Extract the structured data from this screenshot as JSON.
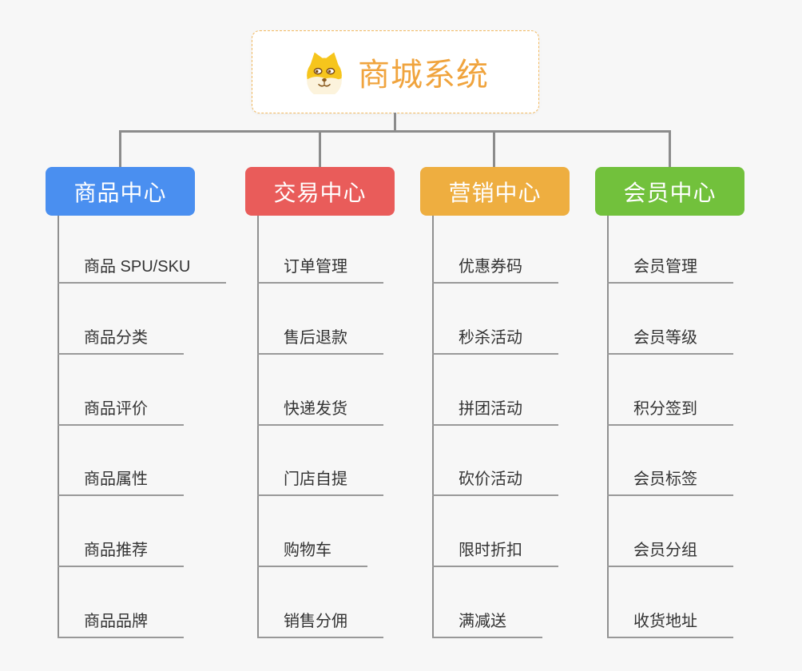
{
  "root": {
    "title": "商城系统",
    "icon": "shiba-dog-icon"
  },
  "branches": [
    {
      "label": "商品中心",
      "color": "#4a8ff0",
      "children": [
        "商品 SPU/SKU",
        "商品分类",
        "商品评价",
        "商品属性",
        "商品推荐",
        "商品品牌"
      ]
    },
    {
      "label": "交易中心",
      "color": "#e95c5a",
      "children": [
        "订单管理",
        "售后退款",
        "快递发货",
        "门店自提",
        "购物车",
        "销售分佣"
      ]
    },
    {
      "label": "营销中心",
      "color": "#eeae40",
      "children": [
        "优惠券码",
        "秒杀活动",
        "拼团活动",
        "砍价活动",
        "限时折扣",
        "满减送"
      ]
    },
    {
      "label": "会员中心",
      "color": "#72c13c",
      "children": [
        "会员管理",
        "会员等级",
        "积分签到",
        "会员标签",
        "会员分组",
        "收货地址"
      ]
    }
  ],
  "colors": {
    "background": "#f7f7f7",
    "connector": "#8c8c8c",
    "leaf_underline": "#999999",
    "leaf_text": "#333333",
    "root_accent": "#f0a43e",
    "root_border": "#f2b95f"
  }
}
